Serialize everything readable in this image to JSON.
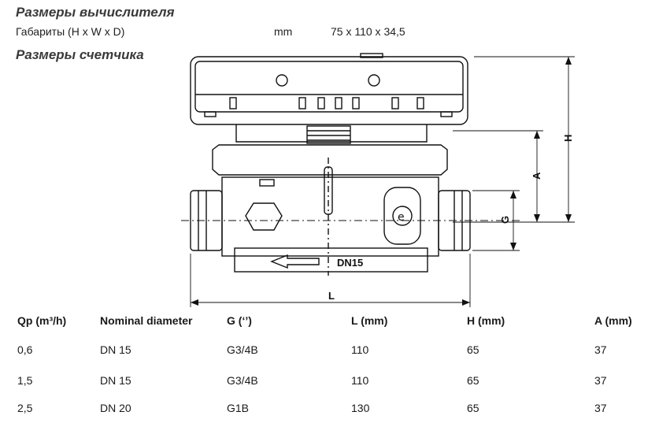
{
  "computer_title": "Размеры вычислителя",
  "dims": {
    "label": "Габариты  (H x W x D)",
    "unit": "mm",
    "value": "75 x 110 x 34,5"
  },
  "meter_title": "Размеры счетчика",
  "drawing": {
    "dn_label": "DN15",
    "dim_h": "H",
    "dim_a": "A",
    "dim_g": "G",
    "dim_l": "L"
  },
  "table": {
    "headers": [
      "Qp (m³/h)",
      "Nominal diameter",
      "G (‘’)",
      "L (mm)",
      "H (mm)",
      "A (mm)"
    ],
    "rows": [
      [
        "0,6",
        "DN 15",
        "G3/4B",
        "110",
        "65",
        "37"
      ],
      [
        "1,5",
        "DN 15",
        "G3/4B",
        "110",
        "65",
        "37"
      ],
      [
        "2,5",
        "DN 20",
        "G1B",
        "130",
        "65",
        "37"
      ]
    ]
  }
}
